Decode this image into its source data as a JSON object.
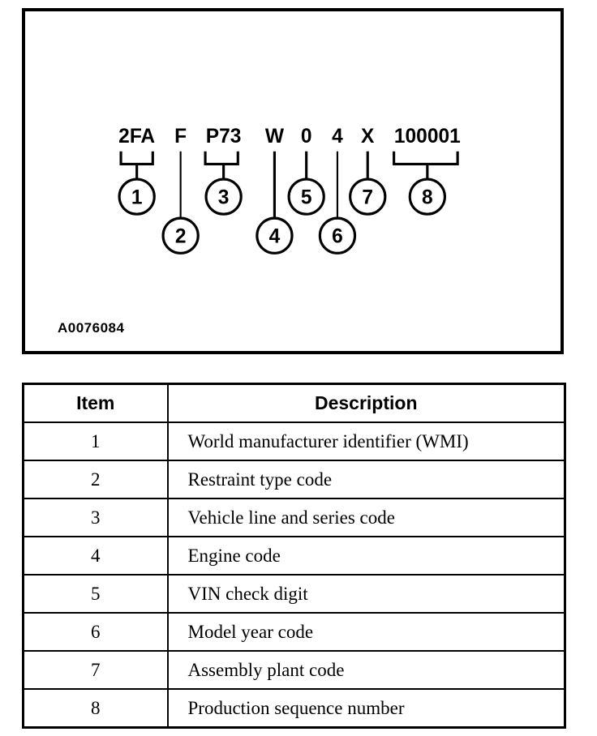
{
  "figure": {
    "id_label": "A0076084",
    "vin_segments": [
      {
        "text": "2FA",
        "callout": "1",
        "bracket": true
      },
      {
        "text": "F",
        "callout": "2",
        "bracket": false
      },
      {
        "text": "P73",
        "callout": "3",
        "bracket": true
      },
      {
        "text": "W",
        "callout": "4",
        "bracket": false
      },
      {
        "text": "0",
        "callout": "5",
        "bracket": false
      },
      {
        "text": "4",
        "callout": "6",
        "bracket": false
      },
      {
        "text": "X",
        "callout": "7",
        "bracket": false
      },
      {
        "text": "100001",
        "callout": "8",
        "bracket": true
      }
    ],
    "callout_numbers": [
      "1",
      "2",
      "3",
      "4",
      "5",
      "6",
      "7",
      "8"
    ],
    "colors": {
      "ink": "#000000",
      "background": "#ffffff"
    }
  },
  "table": {
    "headers": [
      "Item",
      "Description"
    ],
    "rows": [
      {
        "item": "1",
        "description": "World manufacturer identifier (WMI)"
      },
      {
        "item": "2",
        "description": "Restraint type code"
      },
      {
        "item": "3",
        "description": "Vehicle line and series code"
      },
      {
        "item": "4",
        "description": "Engine code"
      },
      {
        "item": "5",
        "description": "VIN check digit"
      },
      {
        "item": "6",
        "description": "Model year code"
      },
      {
        "item": "7",
        "description": "Assembly plant code"
      },
      {
        "item": "8",
        "description": "Production sequence number"
      }
    ]
  }
}
